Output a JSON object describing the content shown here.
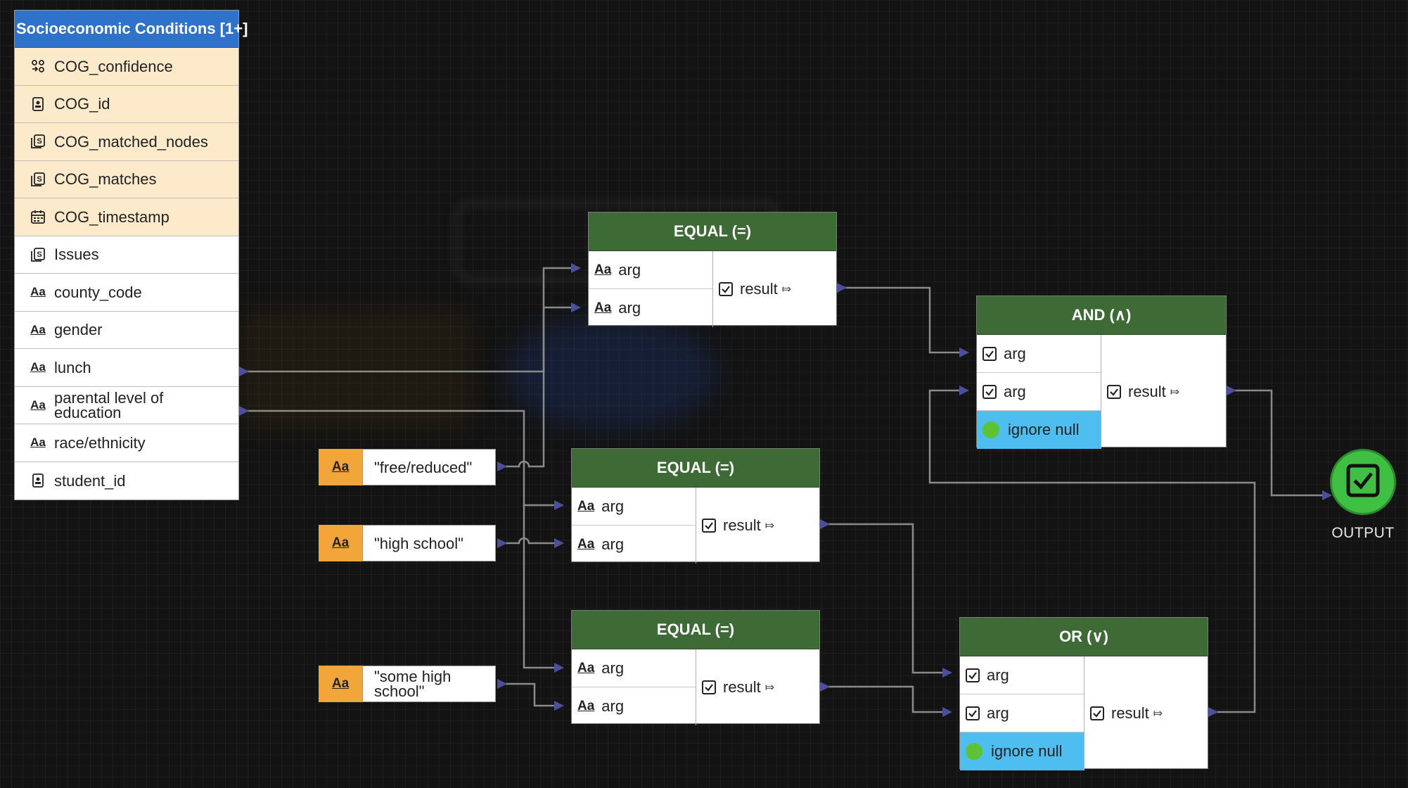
{
  "source_table": {
    "title": "Socioeconomic Conditions [1+]",
    "fields": [
      {
        "name": "COG_confidence",
        "icon": "confidence-icon",
        "meta": true
      },
      {
        "name": "COG_id",
        "icon": "id-badge-icon",
        "meta": true
      },
      {
        "name": "COG_matched_nodes",
        "icon": "list-icon",
        "meta": true
      },
      {
        "name": "COG_matches",
        "icon": "list-icon",
        "meta": true
      },
      {
        "name": "COG_timestamp",
        "icon": "calendar-icon",
        "meta": true
      },
      {
        "name": "Issues",
        "icon": "list-icon",
        "meta": false
      },
      {
        "name": "county_code",
        "icon": "text-icon",
        "meta": false
      },
      {
        "name": "gender",
        "icon": "text-icon",
        "meta": false
      },
      {
        "name": "lunch",
        "icon": "text-icon",
        "meta": false
      },
      {
        "name": "parental level of education",
        "icon": "text-icon",
        "meta": false
      },
      {
        "name": "race/ethnicity",
        "icon": "text-icon",
        "meta": false
      },
      {
        "name": "student_id",
        "icon": "id-badge-icon",
        "meta": false
      }
    ]
  },
  "constants": [
    {
      "badge": "Aa",
      "value": "\"free/reduced\""
    },
    {
      "badge": "Aa",
      "value": "\"high school\""
    },
    {
      "badge": "Aa",
      "value": "\"some high school\""
    }
  ],
  "operators": {
    "equal_1": {
      "title": "EQUAL (=)",
      "arg_badge": "Aa",
      "args": [
        "arg",
        "arg"
      ],
      "result": "result"
    },
    "equal_2": {
      "title": "EQUAL (=)",
      "arg_badge": "Aa",
      "args": [
        "arg",
        "arg"
      ],
      "result": "result"
    },
    "equal_3": {
      "title": "EQUAL (=)",
      "arg_badge": "Aa",
      "args": [
        "arg",
        "arg"
      ],
      "result": "result"
    },
    "and": {
      "title": "AND (∧)",
      "args": [
        "arg",
        "arg"
      ],
      "ignore_null": "ignore null",
      "result": "result"
    },
    "or": {
      "title": "OR (∨)",
      "args": [
        "arg",
        "arg"
      ],
      "ignore_null": "ignore null",
      "result": "result"
    }
  },
  "output": {
    "label": "OUTPUT"
  },
  "colors": {
    "table_header": "#2f72cc",
    "meta_row": "#fdeacb",
    "operator_header": "#3e6b35",
    "constant_badge": "#f2a63a",
    "ignore_null_bg": "#4ebef0",
    "output_green": "#40c043"
  }
}
